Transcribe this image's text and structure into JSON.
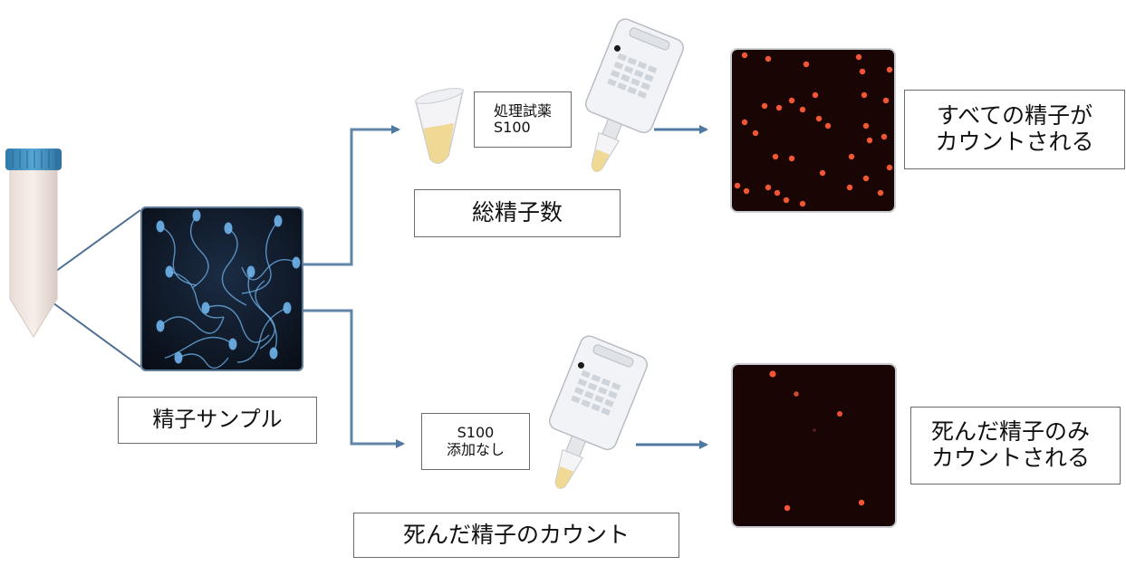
{
  "sample": {
    "label": "精子サンプル"
  },
  "total_branch": {
    "reagent_line1": "処理試薬",
    "reagent_line2": "S100",
    "step_label": "総精子数",
    "result_line1": "すべての精子が",
    "result_line2": "カウントされる"
  },
  "dead_branch": {
    "reagent_line1": "S100",
    "reagent_line2": "添加なし",
    "step_label": "死んだ精子のカウント",
    "result_line1": "死んだ精子のみ",
    "result_line2": "カウントされる"
  },
  "colors": {
    "connector": "#5f86a8",
    "arrow": "#4f79a0",
    "box_border": "#6b6b6b",
    "fluorescence_background": "#1a0505",
    "fluorescent_dot": "#ff5a3a",
    "sperm_image_background": "#0d1624",
    "sperm_color": "#6fb4ec",
    "tube_cap": "#3f8fc2",
    "reagent_liquid": "#f0d68a"
  },
  "icons": [
    "sample-tube-icon",
    "sperm-micrograph",
    "reagent-vial-icon",
    "counting-slide-icon",
    "fluorescence-image"
  ]
}
